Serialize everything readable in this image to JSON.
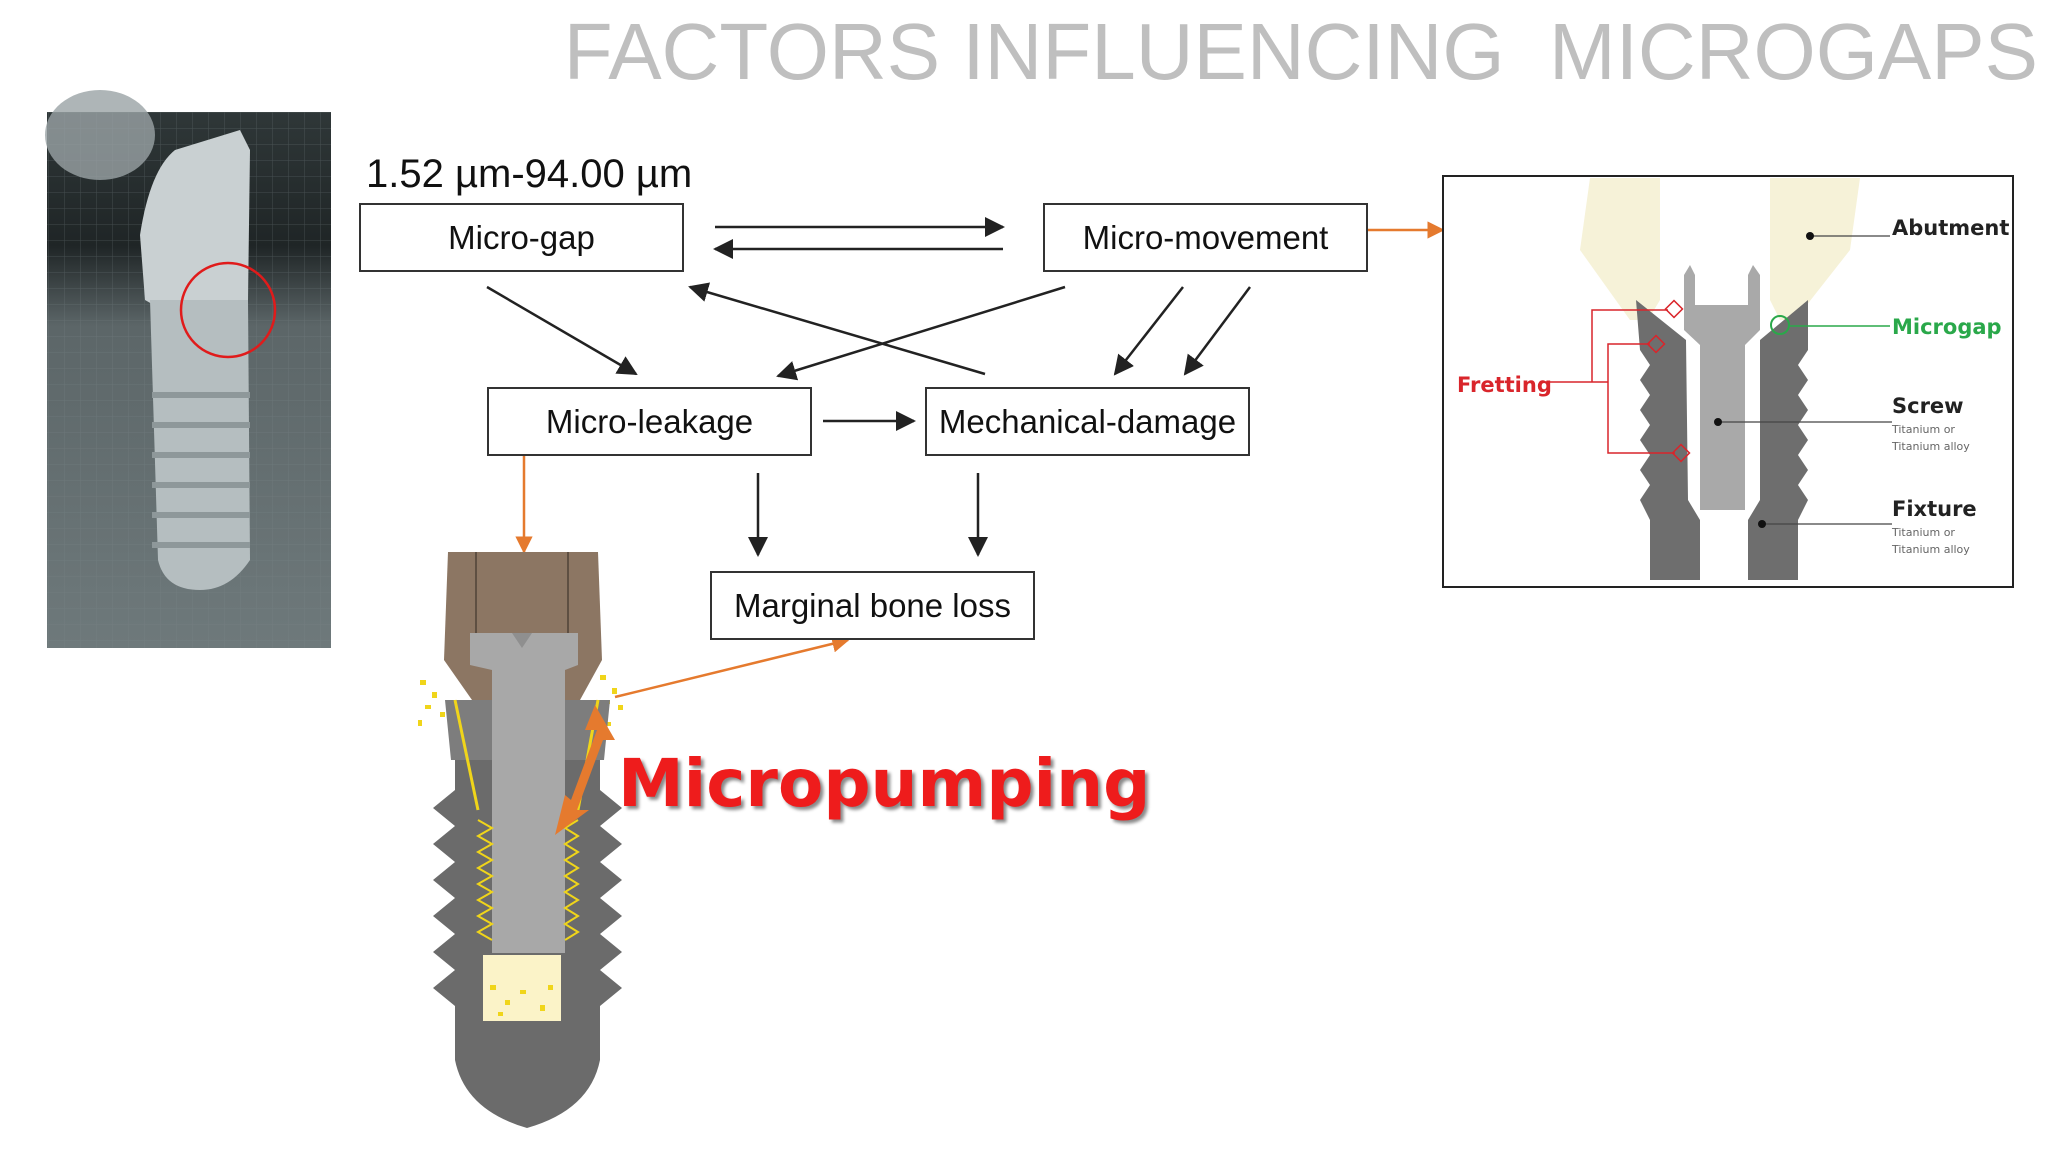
{
  "slide": {
    "title": "FACTORS INFLUENCING  MICROGAPS",
    "gap_range": "1.52 µm-94.00 µm"
  },
  "flowchart": {
    "nodes": {
      "micro_gap": "Micro-gap",
      "micro_movement": "Micro-movement",
      "micro_leakage": "Micro-leakage",
      "mechanical_damage": "Mechanical-damage",
      "marginal_bone_loss": "Marginal bone loss"
    }
  },
  "implant_diagram": {
    "label": "Micropumping"
  },
  "cross_section": {
    "abutment": "Abutment",
    "microgap": "Microgap",
    "fretting": "Fretting",
    "screw": "Screw",
    "screw_material": [
      "Titanium or",
      "Titanium alloy"
    ],
    "fixture": "Fixture",
    "fixture_material": [
      "Titanium or",
      "Titanium alloy"
    ]
  },
  "colors": {
    "accent_orange": "#e57a2e",
    "micropumping_red": "#ee1c1c",
    "microgap_green": "#2aa84a",
    "fretting_red": "#d9252b",
    "title_gray": "#bfbfbf"
  }
}
